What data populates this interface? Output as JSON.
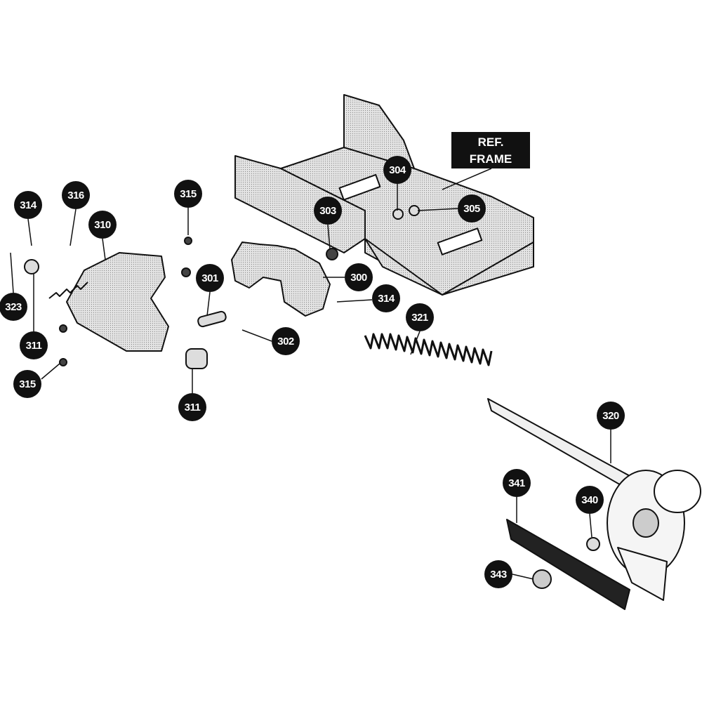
{
  "reference_label": {
    "line1": "REF.",
    "line2": "FRAME"
  },
  "callouts": [
    {
      "id": "304",
      "label": "304"
    },
    {
      "id": "303",
      "label": "303"
    },
    {
      "id": "305",
      "label": "305"
    },
    {
      "id": "300",
      "label": "300"
    },
    {
      "id": "314a",
      "label": "314"
    },
    {
      "id": "321",
      "label": "321"
    },
    {
      "id": "302",
      "label": "302"
    },
    {
      "id": "301",
      "label": "301"
    },
    {
      "id": "315a",
      "label": "315"
    },
    {
      "id": "316",
      "label": "316"
    },
    {
      "id": "314b",
      "label": "314"
    },
    {
      "id": "310",
      "label": "310"
    },
    {
      "id": "323",
      "label": "323"
    },
    {
      "id": "311a",
      "label": "311"
    },
    {
      "id": "315b",
      "label": "315"
    },
    {
      "id": "311b",
      "label": "311"
    },
    {
      "id": "320",
      "label": "320"
    },
    {
      "id": "341",
      "label": "341"
    },
    {
      "id": "340",
      "label": "340"
    },
    {
      "id": "343",
      "label": "343"
    }
  ]
}
